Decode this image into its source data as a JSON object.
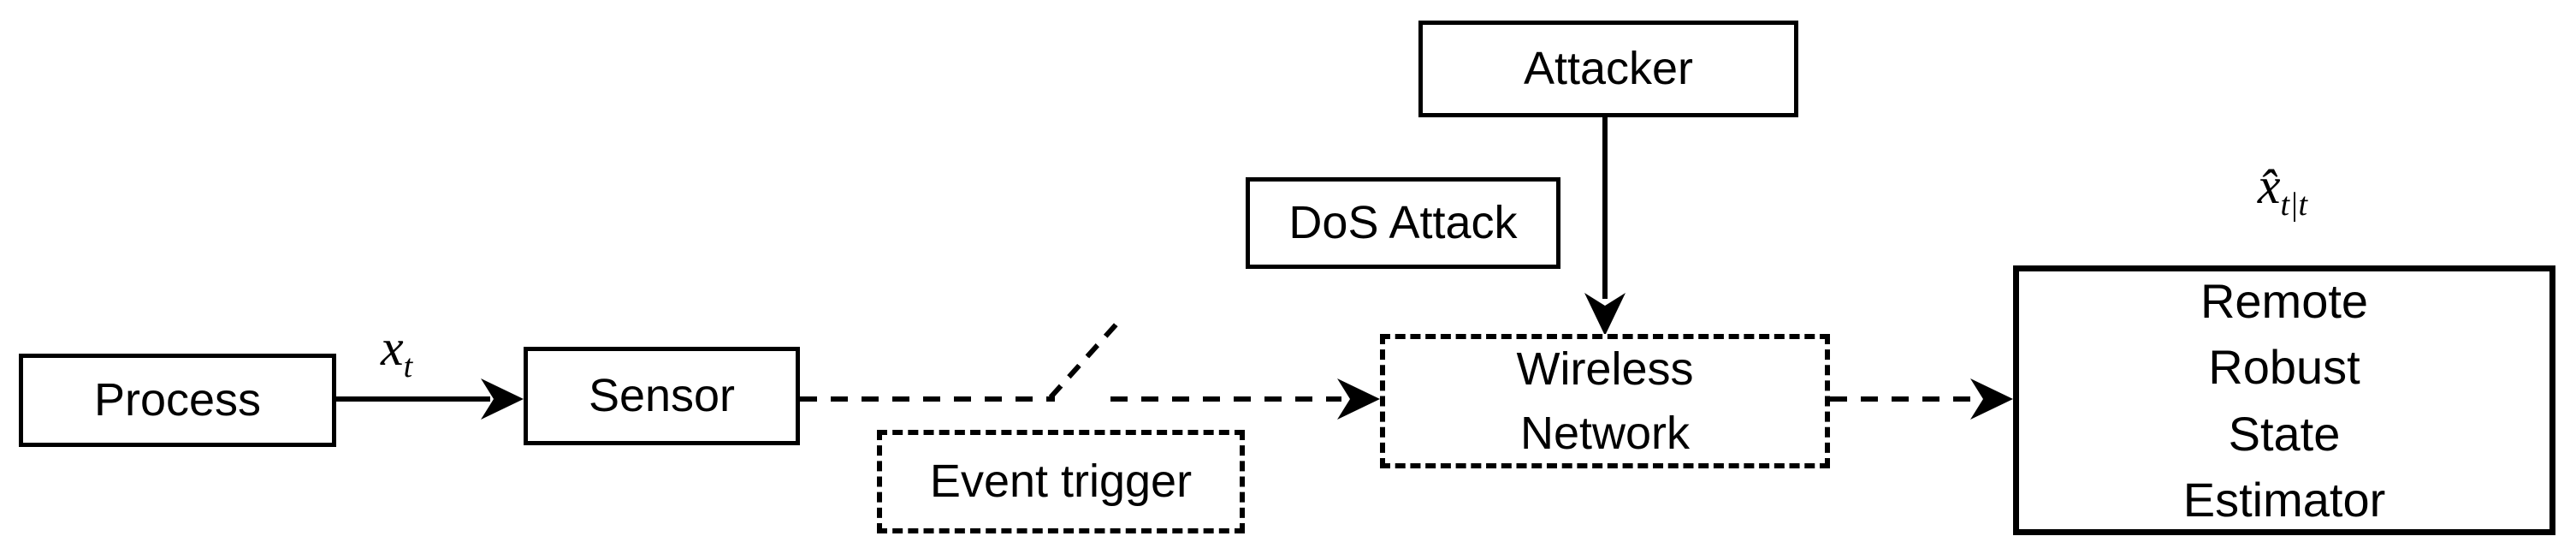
{
  "diagram": {
    "background": "#ffffff",
    "line_color": "#000000",
    "nodes": {
      "process": {
        "label": "Process"
      },
      "sensor": {
        "label": "Sensor"
      },
      "event_trigger": {
        "label": "Event trigger"
      },
      "wireless_network": {
        "line1": "Wireless",
        "line2": "Network"
      },
      "attacker": {
        "label": "Attacker"
      },
      "dos_attack": {
        "label": "DoS Attack"
      },
      "estimator": {
        "lines": [
          "Remote",
          "Robust",
          "State",
          "Estimator"
        ]
      }
    },
    "labels": {
      "state_signal": {
        "base": "x",
        "subscript": "t"
      },
      "estimate_signal": {
        "base": "x̂",
        "subscript": "t|t"
      }
    }
  }
}
